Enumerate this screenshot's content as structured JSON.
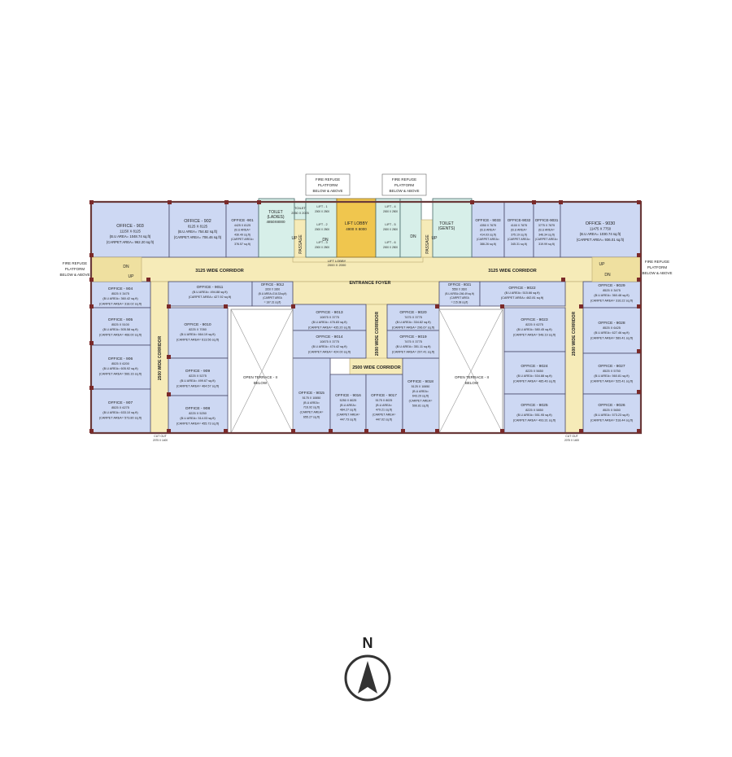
{
  "labels": {
    "fire_refuge_1": "FIRE REFUGE",
    "fire_refuge_2": "PLATFORM",
    "fire_refuge_3": "BELOW & ABOVE",
    "corridor_3125": "3125 WIDE CORRIDOR",
    "corridor_2500": "2500 WIDE CORRIDOR",
    "entrance_foyer": "ENTRANCE FOYER",
    "open_terrace_1": "OPEN TERRACE - II",
    "open_terrace_2": "BELOW",
    "lift_lobby": "LIFT LOBBY",
    "lift_lobby_dim": "4900 X 8000",
    "lift_lobby_small": "LIFT LOBBY",
    "lift_lobby_small_dim": "2000 X 2000",
    "passage": "PASSAGE",
    "toilet_ladies": "TOILET",
    "toilet_ladies_2": "(LADIES)",
    "toilet_ladies_dim": "4850X8000",
    "toilet_gents": "TOILET",
    "toilet_gents_2": "(GENTS)",
    "toilet_small": "TOILET",
    "toilet_small_dim": "2050 X 2025",
    "up": "UP",
    "dn": "DN",
    "lift_1": "LIFT - 1",
    "lift_2": "LIFT - 2",
    "lift_3": "LIFT - 3",
    "lift_4": "LIFT - 4",
    "lift_5": "LIFT - 5",
    "lift_6": "LIFT - 6",
    "lift_dim": "2000 X 2500",
    "cut_out": "CUT OUT",
    "cut_out_dim": "2075 X 1400",
    "north": "N"
  },
  "offices": {
    "o903": {
      "name": "OFFICE - 903",
      "dim": "11150 X 8125",
      "bu": "(B.U AREA= 1048.74 sq.ft)",
      "carpet": "(CARPET AREA= 962.20 sq.ft)"
    },
    "o902": {
      "name": "OFFICE - 902",
      "dim": "8125 X 8125",
      "bu": "(B.U AREA= 754.82 sq.ft)",
      "carpet": "(CARPET AREA= 706.46 sq.ft)"
    },
    "o901": {
      "name": "OFFICE -901",
      "dim": "4425 X 8125",
      "bu": "(B.U AREA=",
      "bu2": "430.49 sq.ft)",
      "carpet": "(CARPET AREA=",
      "carpet2": "376.57 sq.ft)"
    },
    "o904": {
      "name": "OFFICE - 904",
      "dim": "8525 X 3475",
      "bu": "(B.U AREA= 360.42 sq.ft)",
      "carpet": "(CARPET AREA= 318.02 sq.ft)"
    },
    "o905": {
      "name": "OFFICE - 905",
      "dim": "8525 X 5100",
      "bu": "(B.U AREA= 505.58 sq.ft)",
      "carpet": "(CARPET AREA= 468.00 sq.ft)"
    },
    "o906": {
      "name": "OFFICE - 906",
      "dim": "8525 X 6200",
      "bu": "(B.U AREA= 605.92 sq.ft)",
      "carpet": "(CARPET AREA= 566.16 sq.ft)"
    },
    "o907": {
      "name": "OFFICE - 907",
      "dim": "8525 X 6275",
      "bu": "(B.U AREA= 633.10 sq.ft)",
      "carpet": "(CARPET AREA= 573.80 sq.ft)"
    },
    "o908": {
      "name": "OFFICE - 908",
      "dim": "8225 X 5250",
      "bu": "(B.U AREA= 514.03 sq.ft)",
      "carpet": "(CARPET AREA= 455.73 sq.ft)"
    },
    "o909": {
      "name": "OFFICE - 909",
      "dim": "8225 X 5275",
      "bu": "(B.U AREA= 499.67 sq.ft)",
      "carpet": "(CARPET AREA= 464.57 sq.ft)"
    },
    "o9010": {
      "name": "OFFICE - 9010",
      "dim": "8225 X 7050",
      "bu": "(B.U AREA= 664.19 sq.ft)",
      "carpet": "(CARPET AREA= 613.56 sq.ft)"
    },
    "o9011": {
      "name": "OFFICE - 9011",
      "bu": "(B.U AREA= 494.88 sq.ft)",
      "carpet": "(CARPET AREA= 427.92 sq.ft)"
    },
    "o9012": {
      "name": "OFFICE - 9012",
      "dim": "3200 X 3300",
      "bu": "(B.U AREA=216.32sq.ft)",
      "carpet": "(CARPET AREA",
      "carpet2": "= 187.31 sq.ft)"
    },
    "o9013": {
      "name": "OFFICE - 9013",
      "dim": "10875 X 3775",
      "bu": "(B.U AREA= 476.83 sq.ft)",
      "carpet": "(CARPET AREA= 435.20 sq.ft)"
    },
    "o9014": {
      "name": "OFFICE - 9014",
      "dim": "10875 X 3775",
      "bu": "(B.U AREA= 474.42 sq.ft)",
      "carpet": "(CARPET AREA= 424.00 sq.ft)"
    },
    "o9015": {
      "name": "OFFICE - 9015",
      "dim": "5175 X 10650",
      "bu": "(B.U AREA=",
      "bu2": "716.92 sq.ft)",
      "carpet": "(CARPET AREA=",
      "carpet2": "655.27 sq.ft)"
    },
    "o9016": {
      "name": "OFFICE - 9016",
      "dim": "5250 X 8025",
      "bu": "(B.U AREA=",
      "bu2": "484.27 sq.ft)",
      "carpet": "(CARPET AREA=",
      "carpet2": "447.73 sq.ft)"
    },
    "o9017": {
      "name": "OFFICE - 9017",
      "dim": "5175 X 8025",
      "bu": "(B.U AREA=",
      "bu2": "479.21 sq.ft)",
      "carpet": "(CARPET AREA=",
      "carpet2": "447.02 sq.ft)"
    },
    "o9018": {
      "name": "OFFICE - 9018",
      "dim": "5125 X 10650",
      "bu": "(B.U AREA=",
      "bu2": "643.29 sq.ft)",
      "carpet": "(CARPET AREA=",
      "carpet2": "590.81 sq.ft)"
    },
    "o9019": {
      "name": "OFFICE - 9019",
      "dim": "7475 X 3775",
      "bu": "(B.U AREA= 351.11 sq.ft)",
      "carpet": "(CARPET AREA= 297.41 sq.ft)"
    },
    "o9020": {
      "name": "OFFICE - 9020",
      "dim": "7475 X 3775",
      "bu": "(B.U AREA= 334.82 sq.ft)",
      "carpet": "(CARPET AREA= 296.67 sq.ft)"
    },
    "o9021": {
      "name": "OFFICE - 9021",
      "dim": "5550 X 3620",
      "bu": "(B.U AREA=246.49 sq.ft)",
      "carpet": "(CARPET AREA",
      "carpet2": "= 215.08 sq.ft)"
    },
    "o9022": {
      "name": "OFFICE - 9022",
      "bu": "(B.U AREA= 515.66 sq.ft)",
      "carpet": "(CARPET AREA= 462.81 sq.ft)"
    },
    "o9023": {
      "name": "OFFICE - 9023",
      "dim": "8225 X 6275",
      "bu": "(B.U AREA= 580.45 sq.ft)",
      "carpet": "(CARPET AREA= 548.19 sq.ft)"
    },
    "o9024": {
      "name": "OFFICE - 9024",
      "dim": "8225 X 5650",
      "bu": "(B.U AREA= 534.88 sq.ft)",
      "carpet": "(CARPET AREA= 485.46 sq.ft)"
    },
    "o9025": {
      "name": "OFFICE - 9025",
      "dim": "8225 X 5850",
      "bu": "(B.U AREA= 551.95 sq.ft)",
      "carpet": "(CARPET AREA= 493.31 sq.ft)"
    },
    "o9026": {
      "name": "OFFICE - 9026",
      "dim": "8525 X 5650",
      "bu": "(B.U AREA= 573.23 sq.ft)",
      "carpet": "(CARPET AREA= 518.44 sq.ft)"
    },
    "o9027": {
      "name": "OFFICE - 9027",
      "dim": "8525 X 5750",
      "bu": "(B.U AREA= 560.81 sq.ft)",
      "carpet": "(CARPET AREA= 525.41 sq.ft)"
    },
    "o9028": {
      "name": "OFFICE - 9028",
      "dim": "8525 X 6425",
      "bu": "(B.U AREA= 627.46 sq.ft)",
      "carpet": "(CARPET AREA= 589.41 sq.ft)"
    },
    "o9029": {
      "name": "OFFICE - 9029",
      "dim": "8525 X 3475",
      "bu": "(B.U AREA= 360.48 sq.ft)",
      "carpet": "(CARPET AREA= 316.22 sq.ft)"
    },
    "o9030": {
      "name": "OFFICE - 9030",
      "dim": "11475 X 7750",
      "bu": "(B.U AREA= 1030.74 sq.ft)",
      "carpet": "(CARPET AREA= 936.01 sq.ft)"
    },
    "o9031": {
      "name": "OFFICE-9031",
      "dim": "3775 X 7875",
      "bu": "(B.U AREA=",
      "bu2": "346.34 sq.ft)",
      "carpet": "(CARPET AREA=",
      "carpet2": "319.99 sq.ft)"
    },
    "o9032": {
      "name": "OFFICE-9032",
      "dim": "4100 X 7875",
      "bu": "(B.U AREA=",
      "bu2": "375.19 sq.ft)",
      "carpet": "(CARPET AREA=",
      "carpet2": "345.31 sq.ft)"
    },
    "o9033": {
      "name": "OFFICE - 9033",
      "dim": "4350 X 7675",
      "bu": "(B.U AREA=",
      "bu2": "414.03 sq.ft)",
      "carpet": "(CARPET AREA=",
      "carpet2": "386.26 sq.ft)"
    }
  }
}
